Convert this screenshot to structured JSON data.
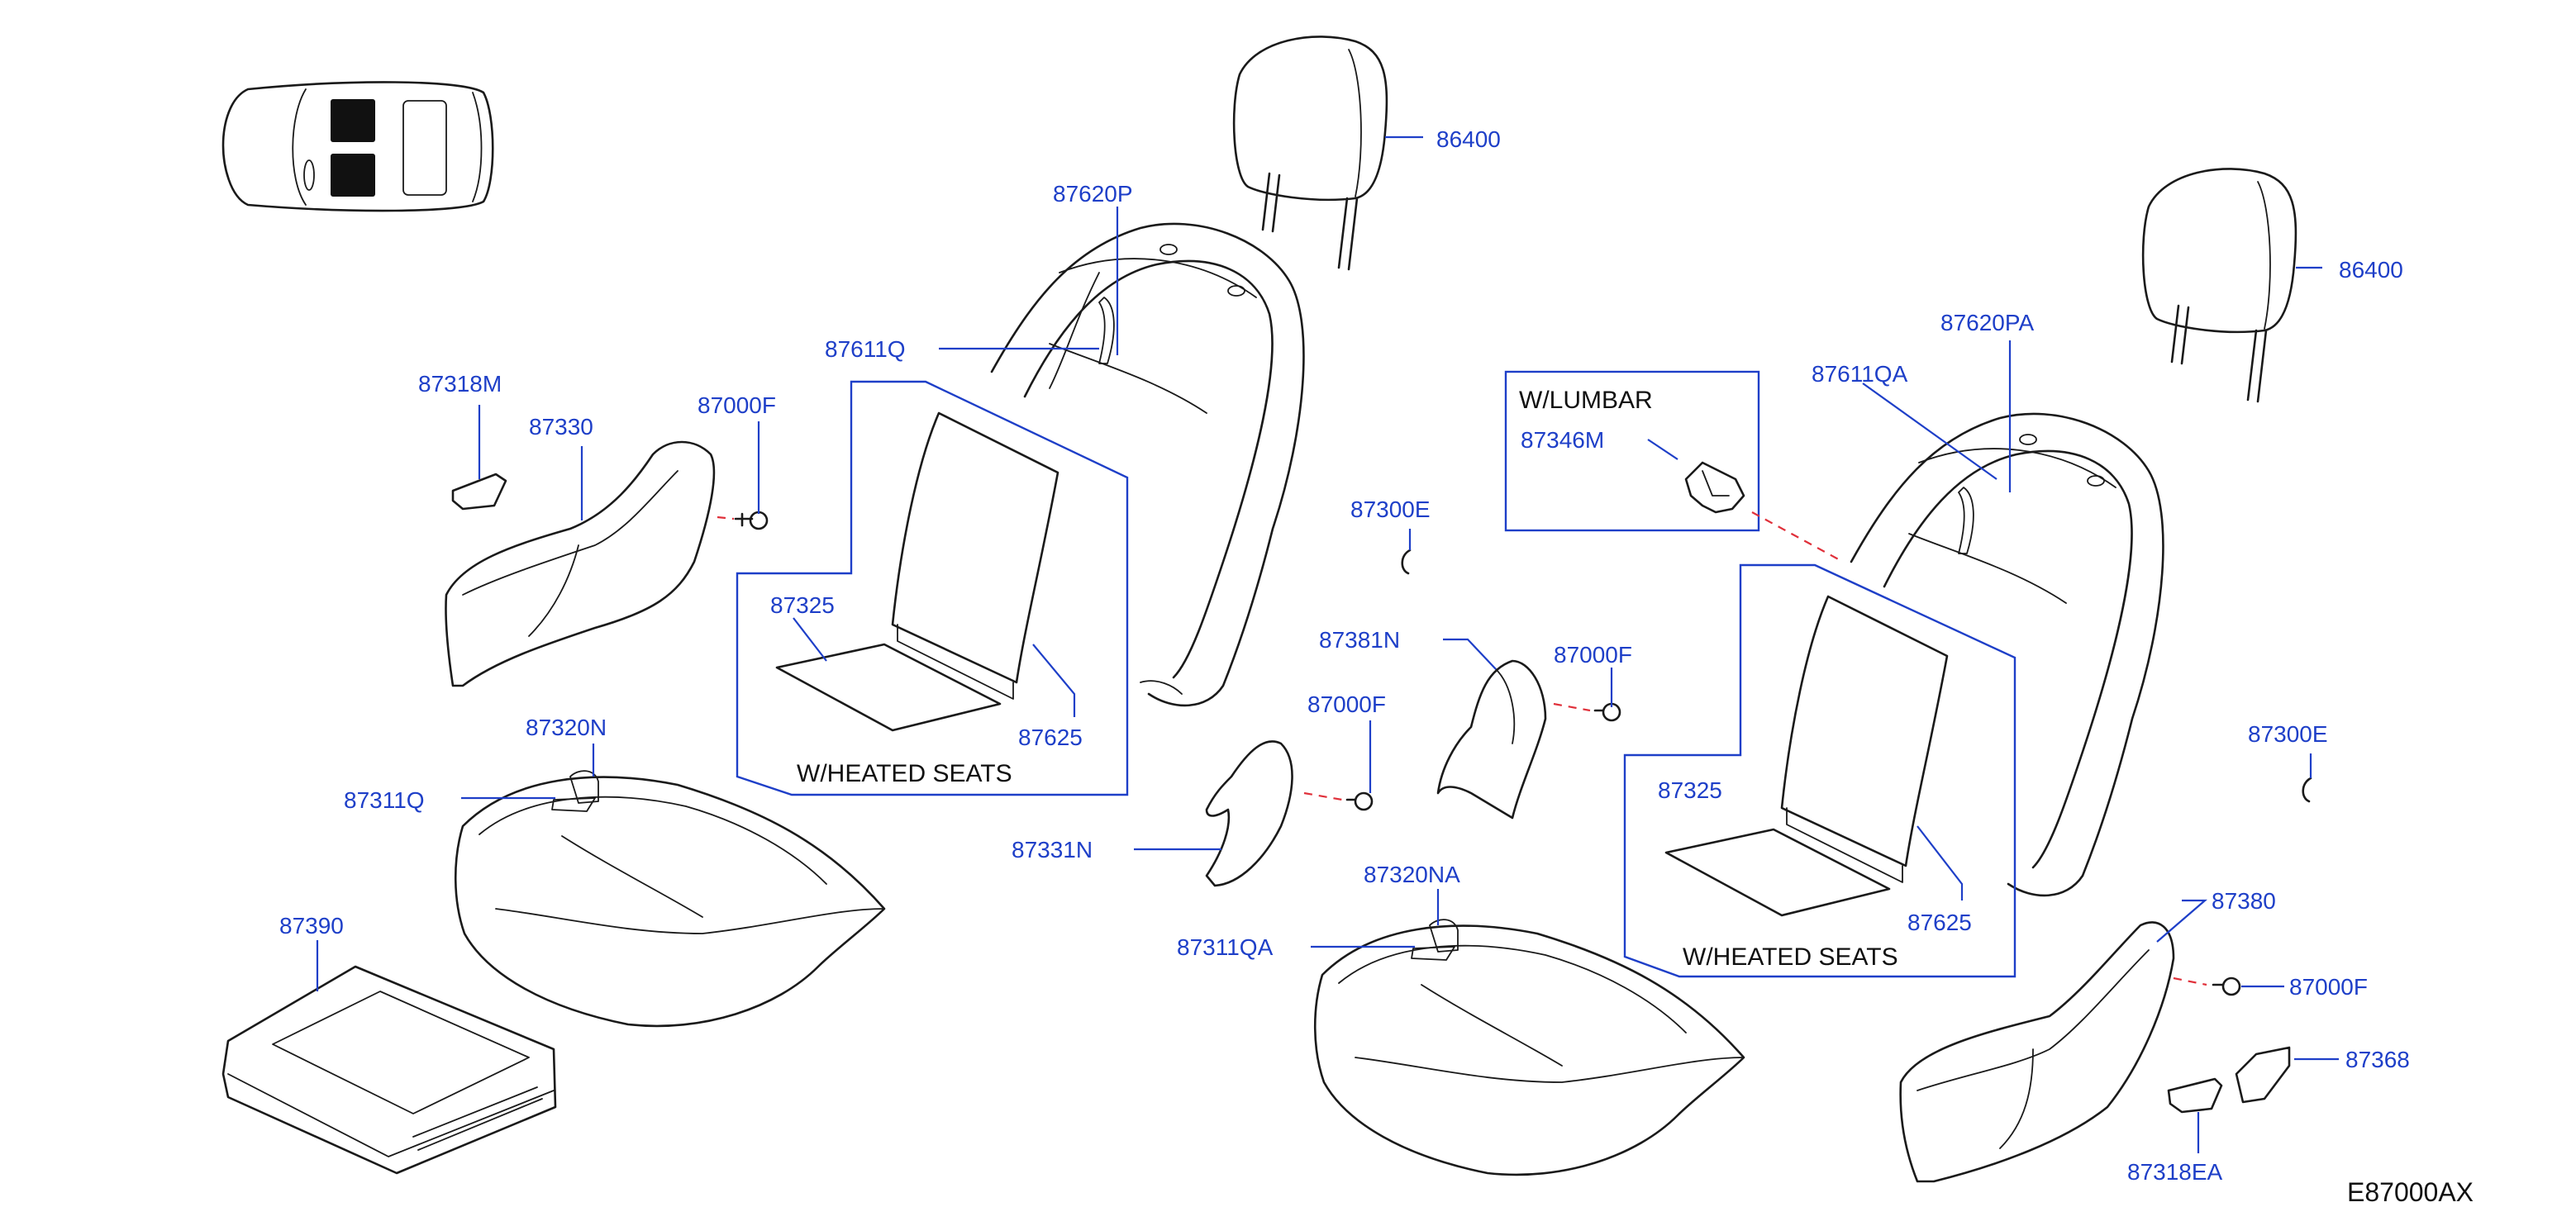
{
  "labels": {
    "headrest_left": "86400",
    "headrest_right": "86400",
    "back_pad_left": "87620P",
    "back_pad_right": "87620PA",
    "back_trim_left": "87611Q",
    "back_trim_right": "87611QA",
    "finisher_clip_left": "87318M",
    "side_finisher_left": "87330",
    "screw_tl": "87000F",
    "screw_center_lower": "87000F",
    "screw_center_upper": "87000F",
    "screw_right": "87000F",
    "heater_mat_left": "87325",
    "heater_back_left": "87625",
    "heater_mat_right": "87325",
    "heater_back_right": "87625",
    "cushion_pad_left": "87320N",
    "cushion_trim_left": "87311Q",
    "cushion_frame_left": "87390",
    "clip_center": "87300E",
    "clip_right": "87300E",
    "knee_finisher_center": "87381N",
    "knee_finisher_left": "87331N",
    "cushion_pad_right": "87320NA",
    "cushion_trim_right": "87311QA",
    "lumbar_knob": "87346M",
    "side_finisher_right": "87380",
    "knob_right": "87368",
    "finisher_clip_right": "87318EA"
  },
  "boxes": {
    "heated_left": "W/HEATED   SEATS",
    "heated_right": "W/HEATED   SEATS",
    "lumbar": "W/LUMBAR"
  },
  "diagram_code": "E87000AX",
  "colors": {
    "label_blue": "#1e3fc8",
    "line_black": "#1a1a1a",
    "dash_red": "#e0303a"
  }
}
